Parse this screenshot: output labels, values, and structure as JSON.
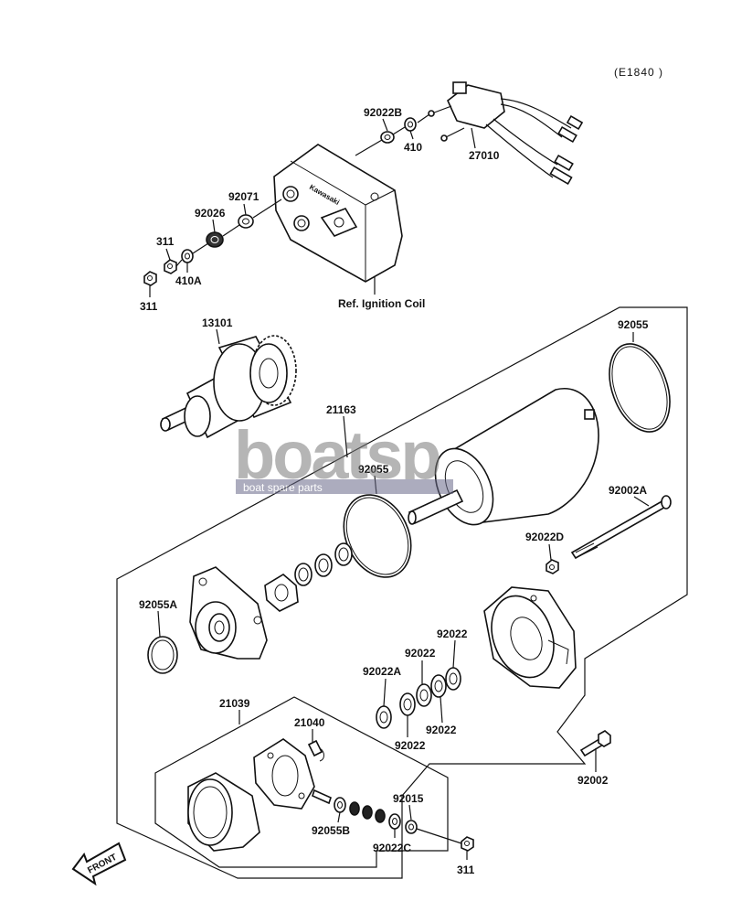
{
  "diagram_code": "(E1840 )",
  "labels": {
    "p92022B": "92022B",
    "p410": "410",
    "p27010": "27010",
    "p92071": "92071",
    "p92026": "92026",
    "p311a": "311",
    "p410A": "410A",
    "p311b": "311",
    "ref_coil": "Ref. Ignition Coil",
    "p13101": "13101",
    "p92055_top": "92055",
    "p21163": "21163",
    "p92055_mid": "92055",
    "p92002A": "92002A",
    "p92022D": "92022D",
    "p92055A": "92055A",
    "p92022_r1": "92022",
    "p92022_r2": "92022",
    "p92022A": "92022A",
    "p92022_b1": "92022",
    "p92022_b2": "92022",
    "p21039": "21039",
    "p21040": "21040",
    "p92015": "92015",
    "p92055B": "92055B",
    "p92022C": "92022C",
    "p92002": "92002",
    "p311c": "311",
    "front": "FRONT"
  },
  "watermark": {
    "brand": "boatsp",
    "tagline": "boat spare parts"
  },
  "brand_stamp": "Kawasaki"
}
